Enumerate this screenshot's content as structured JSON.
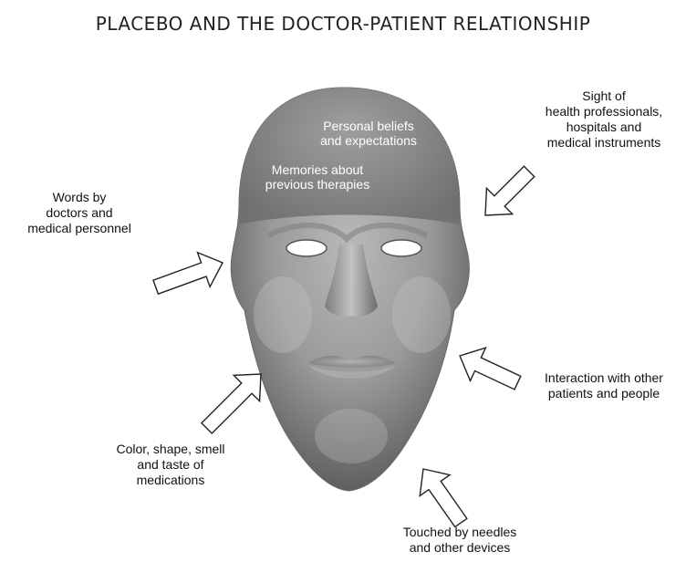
{
  "title": "PLACEBO AND THE DOCTOR-PATIENT RELATIONSHIP",
  "head_labels": {
    "beliefs": "Personal beliefs\nand expectations",
    "memories": "Memories about\nprevious therapies"
  },
  "influences": {
    "sight": "Sight of\nhealth professionals,\nhospitals and\nmedical instruments",
    "words": "Words by\ndoctors and\nmedical personnel",
    "interaction": "Interaction with other\npatients and people",
    "medications": "Color, shape, smell\nand taste of\nmedications",
    "touch": "Touched by needles\nand other devices"
  },
  "colors": {
    "face_light": "#b8b8b8",
    "face_mid": "#8f8f8f",
    "face_dark": "#5e5e5e",
    "arrow_stroke": "#222222"
  }
}
